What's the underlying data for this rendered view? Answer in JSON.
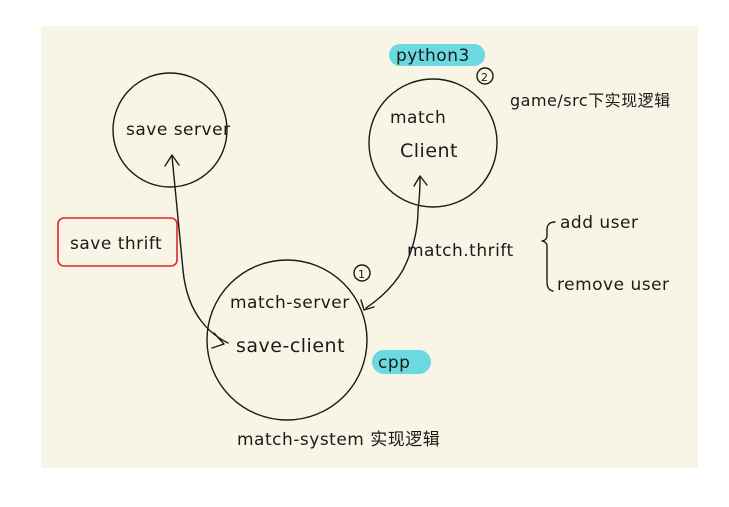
{
  "colors": {
    "paper": "#f8f4e6",
    "ink": "#1a1a1a",
    "highlight": "#6ad9e0",
    "box_border": "#e02828"
  },
  "nodes": {
    "save_server": {
      "label": "save server"
    },
    "match_client": {
      "line1": "match",
      "line2": "Client"
    },
    "match_system": {
      "line1": "match-server",
      "line2": "save-client"
    }
  },
  "labels": {
    "save_thrift": "save thrift",
    "match_thrift": "match.thrift",
    "python3": "python3",
    "cpp": "cpp",
    "step_1": "1",
    "step_2": "2",
    "game_src": "game/src下实现逻辑",
    "add_user": "add user",
    "remove_user": "remove user",
    "match_system_caption": "match-system 实现逻辑"
  }
}
